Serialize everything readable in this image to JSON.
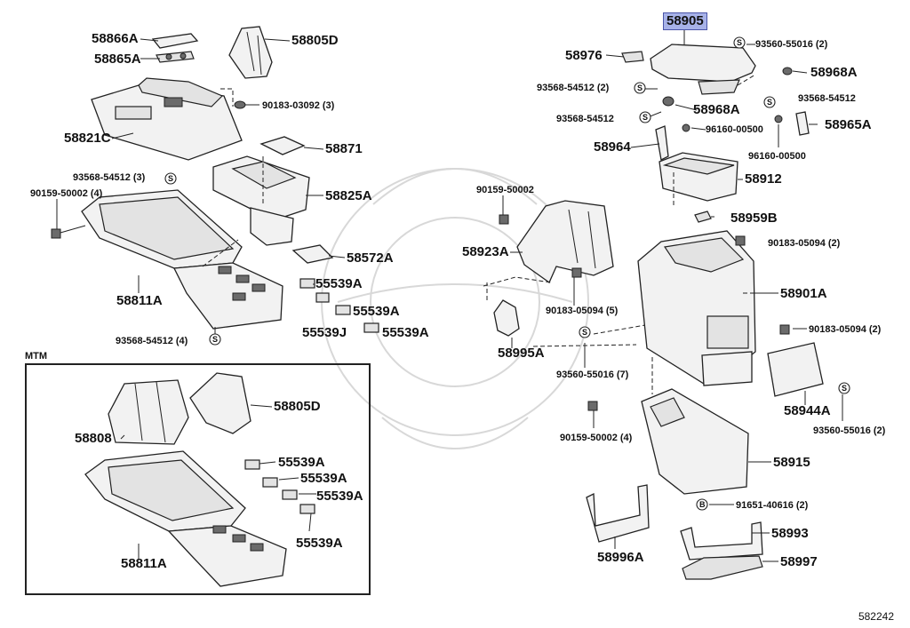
{
  "parts": {
    "p58905": "58905",
    "p58976": "58976",
    "p58968A_top": "58968A",
    "p58968A_mid": "58968A",
    "p58964": "58964",
    "p58965A": "58965A",
    "p58912": "58912",
    "p58959B": "58959B",
    "p58923A": "58923A",
    "p58901A": "58901A",
    "p58995A": "58995A",
    "p58944A": "58944A",
    "p58915": "58915",
    "p58993": "58993",
    "p58996A": "58996A",
    "p58997": "58997",
    "p58866A": "58866A",
    "p58865A": "58865A",
    "p58805D_top": "58805D",
    "p58821C": "58821C",
    "p58871": "58871",
    "p58825A": "58825A",
    "p58811A_top": "58811A",
    "p58572A": "58572A",
    "p55539A_1": "55539A",
    "p55539A_2": "55539A",
    "p55539J": "55539J",
    "p55539A_3": "55539A",
    "p58808": "58808",
    "p58805D_mtm": "58805D",
    "p55539A_m1": "55539A",
    "p55539A_m2": "55539A",
    "p55539A_m3": "55539A",
    "p55539A_m4": "55539A",
    "p58811A_mtm": "58811A"
  },
  "fasteners": {
    "f93560_55016_2_top": "93560-55016 (2)",
    "f93568_54512_2": "93568-54512 (2)",
    "f93568_54512_right": "93568-54512",
    "f93568_54512_mid": "93568-54512",
    "f96160_00500_a": "96160-00500",
    "f96160_00500_b": "96160-00500",
    "f90159_50002": "90159-50002",
    "f90183_05094_2_a": "90183-05094 (2)",
    "f90183_05094_5": "90183-05094 (5)",
    "f90183_05094_2_b": "90183-05094 (2)",
    "f93560_55016_7": "93560-55016 (7)",
    "f90159_50002_4_right": "90159-50002 (4)",
    "f93560_55016_2_bottom": "93560-55016 (2)",
    "f91651_40616_2": "91651-40616 (2)",
    "f90183_03092_3": "90183-03092 (3)",
    "f93568_54512_3": "93568-54512 (3)",
    "f90159_50002_4_left": "90159-50002 (4)",
    "f93568_54512_4": "93568-54512 (4)"
  },
  "clip_symbols": {
    "s": "S",
    "b": "B"
  },
  "mtm_label": "MTM",
  "diagram_number": "582242",
  "colors": {
    "highlight": "#a7b2e8",
    "line": "#222222",
    "watermark": "#d8d8d8"
  }
}
